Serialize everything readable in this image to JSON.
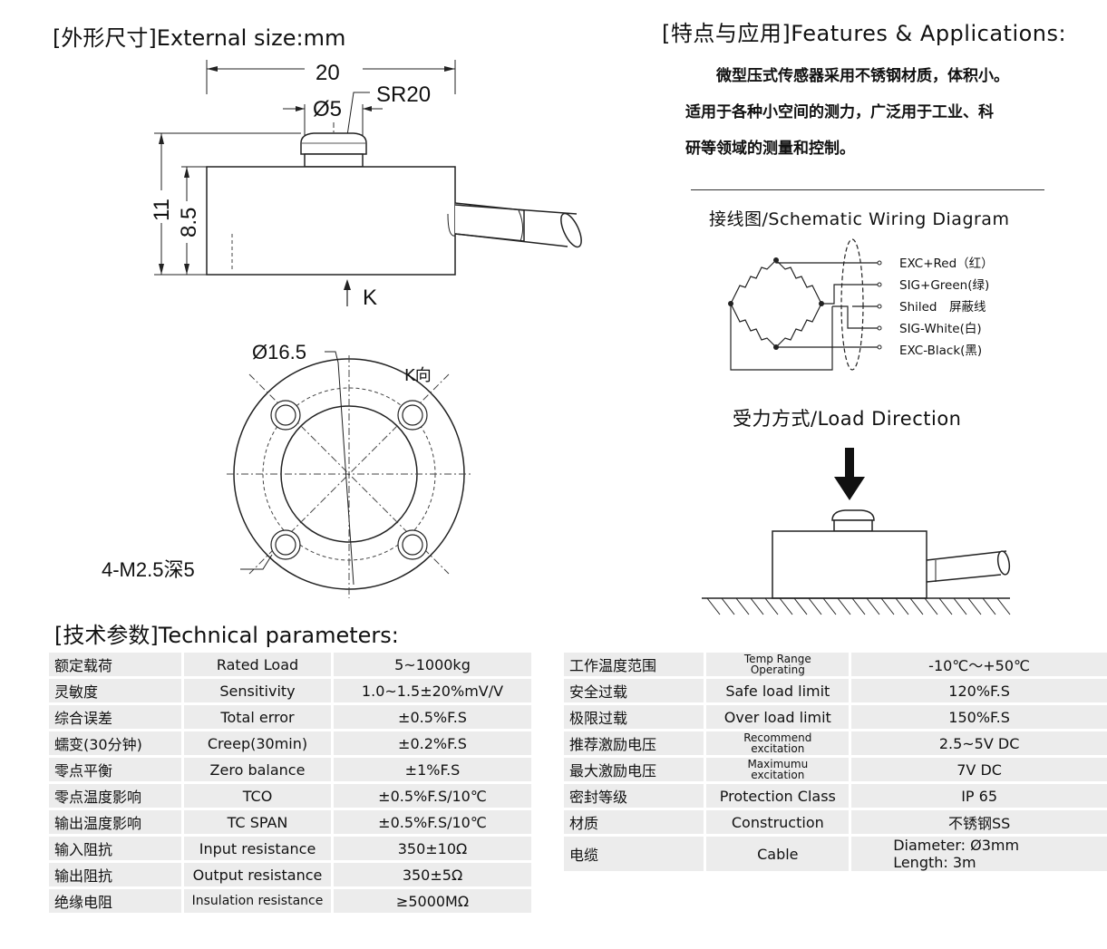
{
  "external_size": {
    "title_cn": "[外形尺寸]",
    "title_en": "External size",
    "colon": ":",
    "unit": "mm",
    "dims": {
      "width": "20",
      "top_dia": "Ø5",
      "sphere": "SR20",
      "height_total": "11",
      "height_body": "8.5",
      "view_arrow": "K",
      "bolt_circle": "Ø16.5",
      "view_label": "K向",
      "thread": "4-M2.5深5"
    }
  },
  "features": {
    "title_cn": "[特点与应用]",
    "title_en": "Features & Applications",
    "colon": ":",
    "lines": [
      "微型压式传感器采用不锈钢材质，体积小。",
      "适用于各种小空间的测力，广泛用于工业、科",
      "研等领域的测量和控制。"
    ]
  },
  "wiring": {
    "title": "接线图/Schematic Wiring Diagram",
    "wires": [
      {
        "label": "EXC+Red（红）"
      },
      {
        "label": "SIG+Green(绿)"
      },
      {
        "label": "Shiled　屏蔽线"
      },
      {
        "label": "SIG-White(白)"
      },
      {
        "label": "EXC-Black(黑)"
      }
    ]
  },
  "load": {
    "title": "受力方式/Load Direction"
  },
  "tech": {
    "title_cn": "[技术参数]",
    "title_en": "Technical parameters",
    "colon": ":",
    "left_rows": [
      {
        "cn": "额定载荷",
        "en": "Rated Load",
        "val": "5~1000kg"
      },
      {
        "cn": "灵敏度",
        "en": "Sensitivity",
        "val": "1.0~1.5±20%mV/V"
      },
      {
        "cn": "综合误差",
        "en": "Total error",
        "val": "±0.5%F.S"
      },
      {
        "cn": "蠕变(30分钟)",
        "en": "Creep(30min)",
        "val": "±0.2%F.S"
      },
      {
        "cn": "零点平衡",
        "en": "Zero balance",
        "val": "±1%F.S"
      },
      {
        "cn": "零点温度影响",
        "en": "TCO",
        "val": "±0.5%F.S/10℃"
      },
      {
        "cn": "输出温度影响",
        "en": "TC SPAN",
        "val": "±0.5%F.S/10℃"
      },
      {
        "cn": "输入阻抗",
        "en": "Input resistance",
        "val": "350±10Ω"
      },
      {
        "cn": "输出阻抗",
        "en": "Output resistance",
        "val": "350±5Ω"
      },
      {
        "cn": "绝缘电阻",
        "en": "Insulation resistance",
        "val": "≥5000MΩ"
      }
    ],
    "right_rows": [
      {
        "cn": "工作温度范围",
        "en1": "Temp Range",
        "en2": "Operating",
        "val": "-10℃～+50℃"
      },
      {
        "cn": "安全过载",
        "en1": "Safe load limit",
        "en2": "",
        "val": "120%F.S"
      },
      {
        "cn": "极限过载",
        "en1": "Over load limit",
        "en2": "",
        "val": "150%F.S"
      },
      {
        "cn": "推荐激励电压",
        "en1": "Recommend",
        "en2": "excitation",
        "val": "2.5~5V  DC"
      },
      {
        "cn": "最大激励电压",
        "en1": "Maximumu",
        "en2": "excitation",
        "val": "7V  DC"
      },
      {
        "cn": "密封等级",
        "en1": "Protection Class",
        "en2": "",
        "val": "IP 65"
      },
      {
        "cn": "材质",
        "en1": "Construction",
        "en2": "",
        "val": "不锈钢SS"
      },
      {
        "cn": "电缆",
        "en1": "Cable",
        "en2": "",
        "val1": "Diameter: Ø3mm",
        "val2": "Length: 3m"
      }
    ]
  }
}
